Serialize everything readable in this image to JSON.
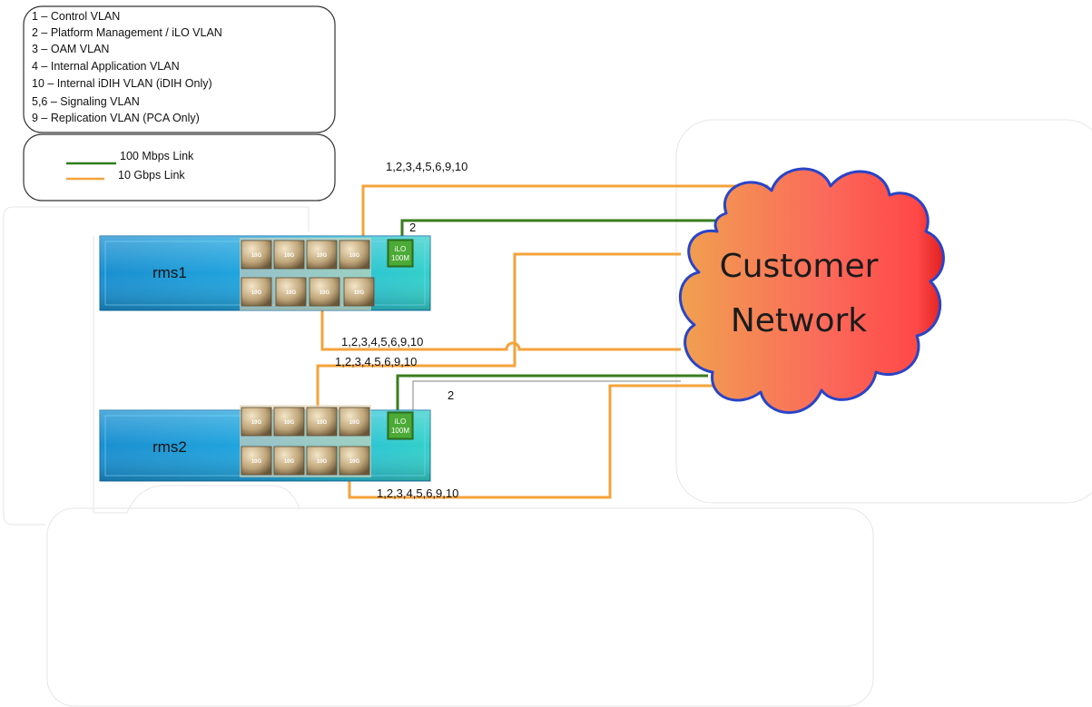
{
  "vlan_legend": {
    "items": [
      "1 – Control VLAN",
      "2 – Platform Management / iLO VLAN",
      "3 – OAM VLAN",
      "4 – Internal Application VLAN",
      "10 – Internal iDIH VLAN (iDIH Only)",
      "5,6 – Signaling VLAN",
      "9 – Replication VLAN (PCA Only)"
    ]
  },
  "link_legend": {
    "items": [
      {
        "label": "100 Mbps Link",
        "color": "#2e7d1f"
      },
      {
        "label": "10 Gbps Link",
        "color": "#f5a23a"
      }
    ]
  },
  "servers": [
    {
      "name": "rms1",
      "ilo_line1": "iLO",
      "ilo_line2": "100M",
      "port_label": "10G"
    },
    {
      "name": "rms2",
      "ilo_line1": "iLO",
      "ilo_line2": "100M",
      "port_label": "10G"
    }
  ],
  "cloud": {
    "line1": "Customer",
    "line2": "Network"
  },
  "link_labels": {
    "top": "1,2,3,4,5,6,9,10",
    "rms1_bottom": "1,2,3,4,5,6,9,10",
    "rms2_top": "1,2,3,4,5,6,9,10",
    "rms2_bottom": "1,2,3,4,5,6,9,10",
    "ilo_rms1": "2",
    "ilo_rms2": "2"
  },
  "colors": {
    "gbps_link": "#f5a23a",
    "mbps_link": "#3a7d1f",
    "server_blue": "#1e9fd8",
    "server_teal": "#2ec9c9",
    "cloud_left": "#f0a050",
    "cloud_right": "#ff4848"
  }
}
